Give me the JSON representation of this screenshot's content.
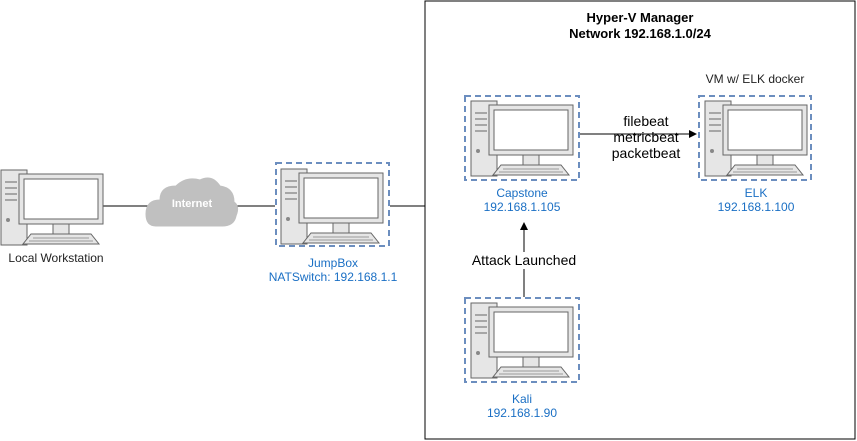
{
  "region": {
    "title": "Hyper-V Manager",
    "subtitle": "Network 192.168.1.0/24"
  },
  "cloud": {
    "label": "Internet",
    "icon": "cloud-icon"
  },
  "nodes": {
    "workstation": {
      "name": "Local Workstation",
      "icon": "desktop-computer-icon"
    },
    "jumpbox": {
      "name": "JumpBox",
      "address": "NATSwitch: 192.168.1.1",
      "icon": "desktop-computer-icon"
    },
    "capstone": {
      "name": "Capstone",
      "address": "192.168.1.105",
      "icon": "desktop-computer-icon"
    },
    "elk": {
      "name": "ELK",
      "address": "192.168.1.100",
      "note": "VM w/ ELK docker",
      "icon": "desktop-computer-icon"
    },
    "kali": {
      "name": "Kali",
      "address": "192.168.1.90",
      "icon": "desktop-computer-icon"
    }
  },
  "edges": {
    "capstone_to_elk": [
      "filebeat",
      "metricbeat",
      "packetbeat"
    ],
    "kali_to_capstone": "Attack Launched"
  },
  "colors": {
    "device_body": "#e6e6e6",
    "device_stroke": "#666666",
    "screen": "#ffffff",
    "frame_dash": "#6c8ebf",
    "label_blue": "#1a6fc4",
    "cloud": "#c0c0c0"
  }
}
